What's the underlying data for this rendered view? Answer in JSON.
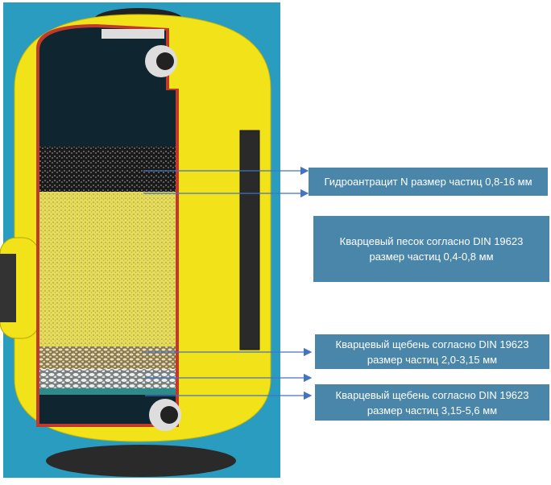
{
  "labels": [
    {
      "line1": "Гидроантрацит N размер частиц 0,8-16 мм"
    },
    {
      "line1": "Кварцевый песок согласно DIN 19623",
      "line2": "размер частиц 0,4-0,8 мм"
    },
    {
      "line1": "Кварцевый щебень согласно DIN 19623",
      "line2": "размер частиц 2,0-3,15 мм"
    },
    {
      "line1": "Кварцевый щебень согласно DIN 19623",
      "line2": "размер частиц 3,15-5,6 мм"
    }
  ],
  "colors": {
    "box": "#4a86aa",
    "arrow": "#4472c4",
    "tank": "#f2e21a",
    "background": "#2a9cbf"
  }
}
